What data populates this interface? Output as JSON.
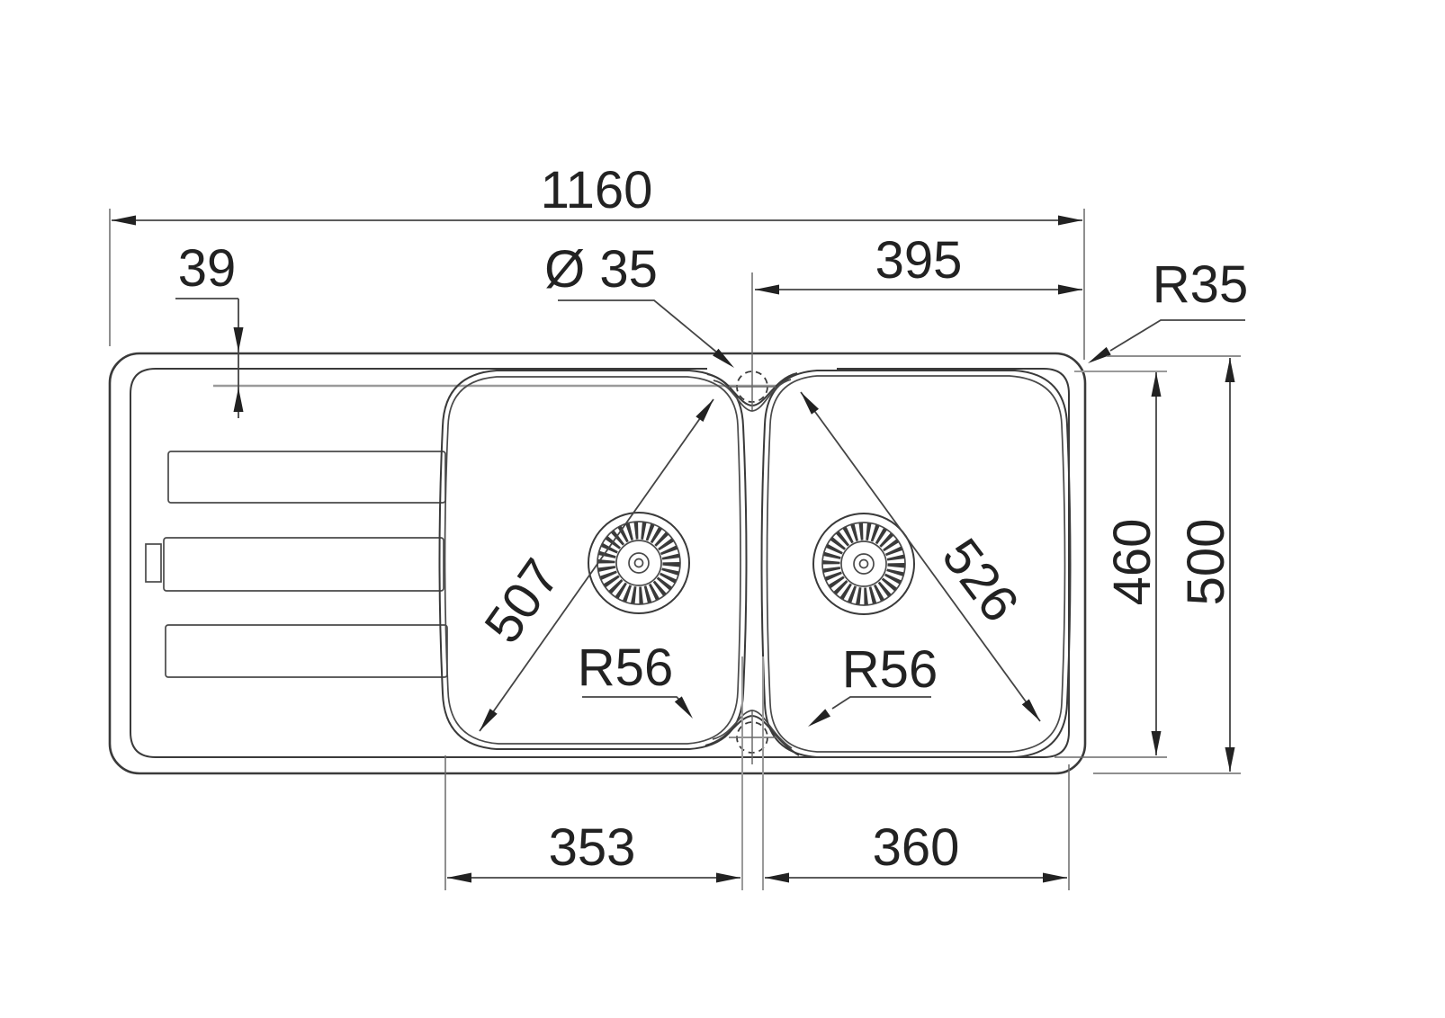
{
  "drawing": {
    "type": "sink-top-view-technical-drawing",
    "colors": {
      "line": "#3a3a3a",
      "light_line": "#9a9a9a",
      "text": "#222222",
      "background": "#ffffff"
    },
    "dims": {
      "overall_width": "1160",
      "edge_offset": "39",
      "hole_diameter": "Ø 35",
      "hole_offset_right": "395",
      "outer_corner_radius": "R35",
      "left_bowl_diagonal": "507",
      "left_bowl_corner_radius": "R56",
      "right_bowl_diagonal": "526",
      "right_bowl_corner_radius": "R56",
      "inner_height": "460",
      "overall_height": "500",
      "left_bowl_width": "353",
      "right_bowl_width": "360"
    }
  }
}
